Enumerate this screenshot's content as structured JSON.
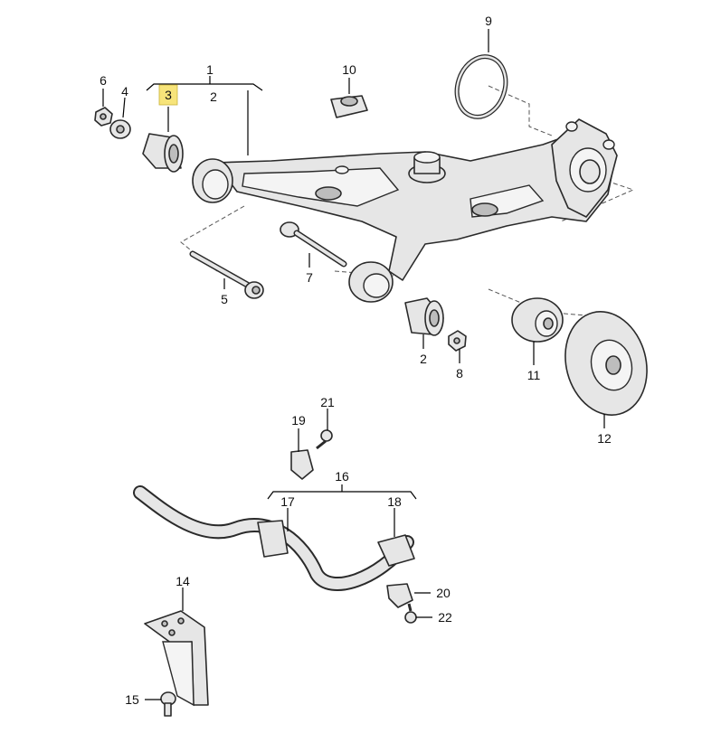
{
  "callouts": {
    "c1": "1",
    "c2a": "2",
    "c2b": "2",
    "c3": "3",
    "c4": "4",
    "c5": "5",
    "c6": "6",
    "c7": "7",
    "c8": "8",
    "c9": "9",
    "c10": "10",
    "c11": "11",
    "c12": "12",
    "c14": "14",
    "c15": "15",
    "c16": "16",
    "c17": "17",
    "c18": "18",
    "c19": "19",
    "c20": "20",
    "c21": "21",
    "c22": "22"
  },
  "highlighted_callout": "3",
  "colors": {
    "part_fill": "#e6e6e6",
    "outline": "#2a2a2a",
    "highlight": "#f7e47a"
  }
}
